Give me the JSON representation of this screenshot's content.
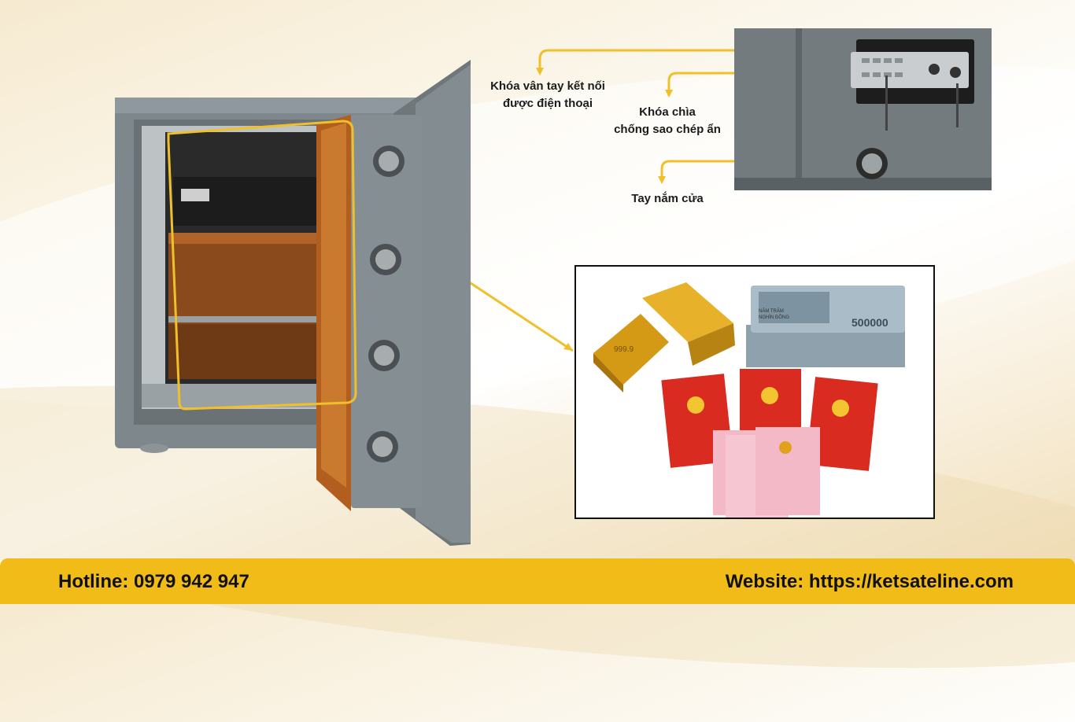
{
  "labels": {
    "fingerprint_lock": [
      "Khóa vân tay kết nối",
      "được điện thoại"
    ],
    "key_lock": [
      "Khóa chìa",
      "chống sao chép ẩn"
    ],
    "door_handle": "Tay nắm cửa"
  },
  "banknote": {
    "denomination": "500000",
    "words": [
      "NĂM TRĂM",
      "NGHÌN ĐỒNG"
    ]
  },
  "gold_bar_text": "999.9",
  "footer": {
    "hotline": "Hotline: 0979 942 947",
    "website": "Website: https://ketsateline.com"
  },
  "colors": {
    "accent_yellow": "#f1bc17",
    "callout_line": "#f0c02a",
    "safe_body": "#7e878b",
    "safe_interior": "#8a4a1c",
    "red_booklet": "#d92b1f",
    "pink_certificate": "#f3b9c6"
  }
}
